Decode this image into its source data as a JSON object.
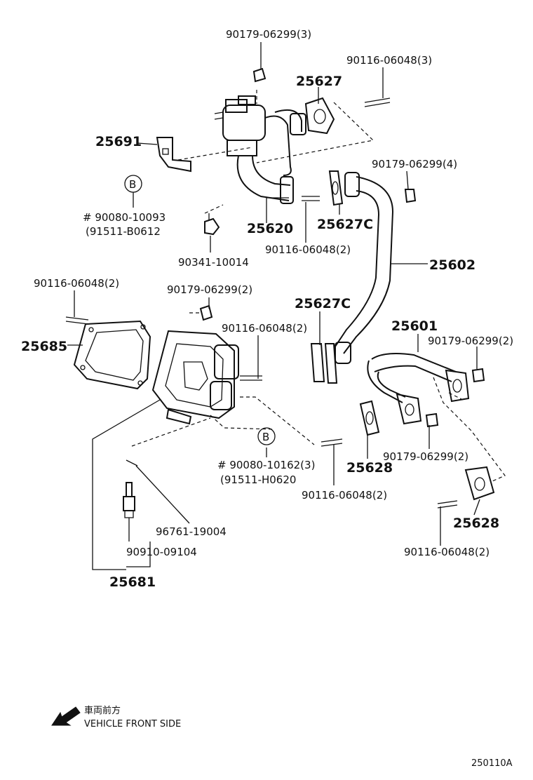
{
  "labels": {
    "l01": "90179-06299(3)",
    "l02": "90116-06048(3)",
    "l03": "25627",
    "l04": "25691",
    "l05": "90179-06299(4)",
    "l06": "B",
    "l07": "# 90080-10093",
    "l08": "(91511-B0612",
    "l09": "25620",
    "l10": "25627C",
    "l11": "90116-06048(2)",
    "l12": "90341-10014",
    "l13": "25602",
    "l14": "90116-06048(2)",
    "l15": "90179-06299(2)",
    "l16": "25627C",
    "l17": "25685",
    "l18": "90116-06048(2)",
    "l19": "25601",
    "l20": "90179-06299(2)",
    "l21": "B",
    "l22": "# 90080-10162(3)",
    "l23": "(91511-H0620",
    "l24": "25628",
    "l25": "90179-06299(2)",
    "l26": "90116-06048(2)",
    "l27": "25628",
    "l28": "96761-19004",
    "l29": "90910-09104",
    "l30": "25681",
    "l31": "90116-06048(2)"
  },
  "legend": {
    "jp": "車両前方",
    "en": "VEHICLE FRONT SIDE"
  },
  "figure_code": "250110A"
}
